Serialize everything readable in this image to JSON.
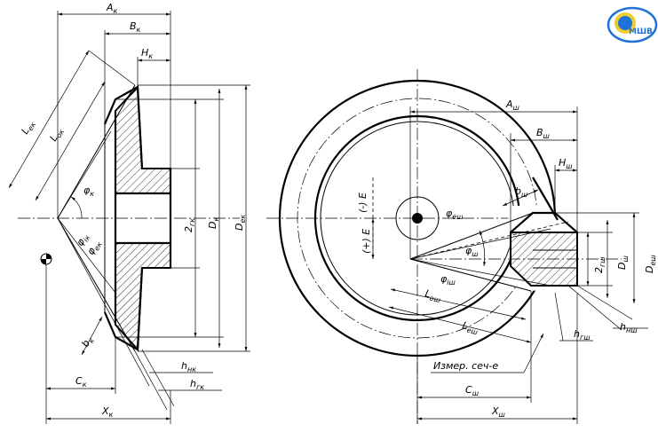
{
  "logo": {
    "text": "МШВ",
    "primary_color": "#1e73d8",
    "accent_color": "#e8c40a"
  },
  "gear": {
    "labels": {
      "a": "A",
      "a_sub": "к",
      "b": "B",
      "b_sub": "к",
      "h": "H",
      "h_sub": "к",
      "le": "L",
      "le_sub": "ек",
      "lo": "L",
      "lo_sub": "ок",
      "phi": "φ",
      "phi_sub": "к",
      "phi_i": "φ",
      "phi_i_sub": "iк",
      "phi_e": "φ",
      "phi_e_sub": "ек",
      "b_small": "b",
      "b_small_sub": "к",
      "z": "2",
      "z_sub": "гк",
      "d": "D",
      "d_sub": "к",
      "de": "D",
      "de_sub": "ек",
      "c": "C",
      "c_sub": "к",
      "x": "X",
      "x_sub": "к",
      "hn": "h",
      "hn_sub": "нк",
      "hg": "h",
      "hg_sub": "гк"
    }
  },
  "pinion": {
    "labels": {
      "a": "A",
      "a_sub": "ш",
      "b": "B",
      "b_sub": "ш",
      "h": "H",
      "h_sub": "ш",
      "b_small": "b",
      "b_small_sub": "ш",
      "phi_e": "φ",
      "phi_e_sub": "еш",
      "phi": "φ",
      "phi_sub": "ш",
      "phi_i": "φ",
      "phi_i_sub": "iш",
      "lo": "L",
      "lo_sub": "ош",
      "le": "L",
      "le_sub": "еш",
      "z": "2",
      "z_sub": "гш",
      "d": "D",
      "d_sub": "ш",
      "de": "D",
      "de_sub": "еш",
      "hn": "h",
      "hn_sub": "нш",
      "hg": "h",
      "hg_sub": "гш",
      "c": "C",
      "c_sub": "ш",
      "x": "X",
      "x_sub": "ш",
      "offset_pos": "(+) E",
      "offset_neg": "(-) E",
      "section": "Измер. сеч-е"
    }
  }
}
